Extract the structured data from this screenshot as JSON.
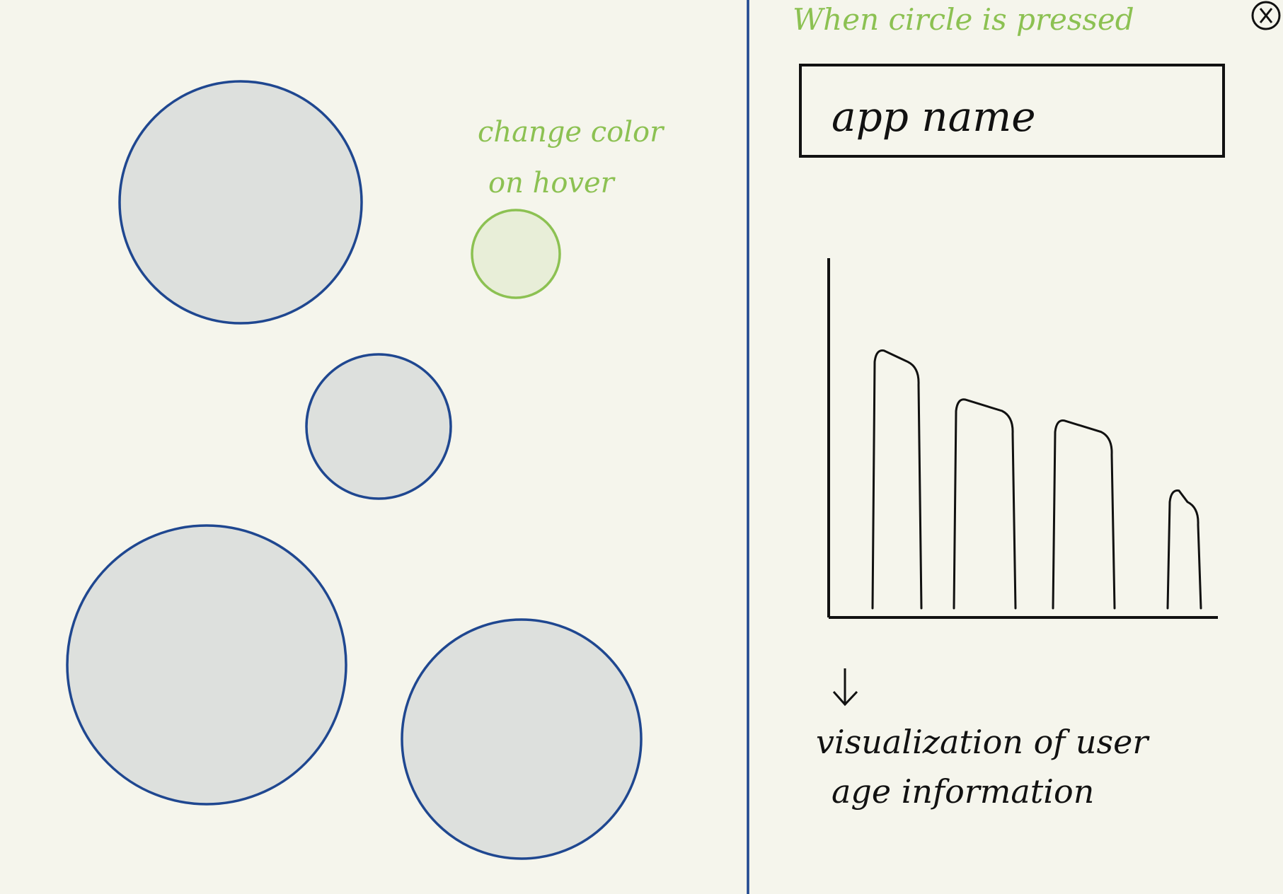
{
  "colors": {
    "background": "#f5f5ec",
    "circle_stroke": "#1f4790",
    "circle_fill": "#dde0dd",
    "hover_stroke": "#8cc152",
    "hover_fill": "#e8eed8",
    "annotation": "#8cc152",
    "ink": "#111111"
  },
  "left_panel": {
    "annotation_line1": "change color",
    "annotation_line2": "on hover"
  },
  "right_panel": {
    "annotation_title": "When circle is pressed",
    "close_icon": "close-icon",
    "app_name": "app name",
    "arrow_icon": "arrow-down-icon",
    "caption_line1": "visualization of user",
    "caption_line2": "age information"
  },
  "chart_data": {
    "type": "bar",
    "categories": [
      "",
      "",
      "",
      ""
    ],
    "values": [
      74,
      60,
      54,
      34
    ],
    "ylim": [
      0,
      100
    ],
    "title": "",
    "xlabel": "",
    "ylabel": ""
  }
}
